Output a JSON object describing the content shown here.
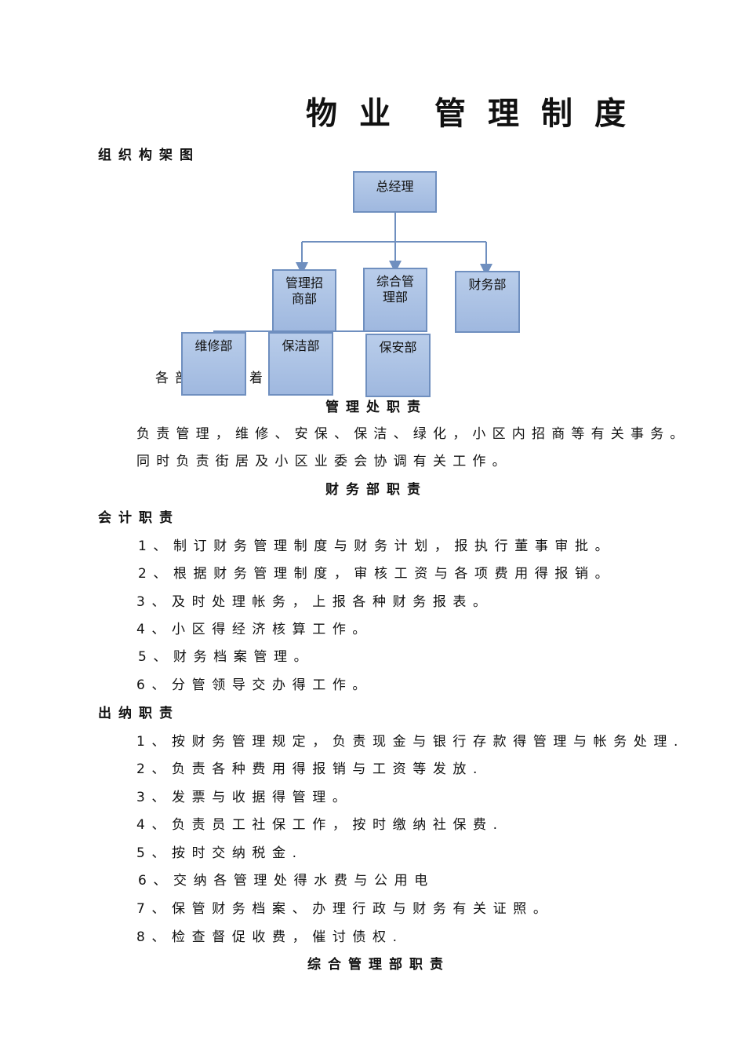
{
  "title_chars": [
    "物",
    "业",
    "管",
    "理",
    "制",
    "度"
  ],
  "org_heading": "组织构架图",
  "org": {
    "top": "总经理",
    "mgmt_recruit": "管理招\n商部",
    "general_mgmt": "综合管\n理部",
    "finance": "财务部",
    "maintenance": "维修部",
    "cleaning": "保洁部",
    "security": "保安部"
  },
  "note_left": "各部",
  "note_right": "着",
  "mgmt_office_heading": "管理处职责",
  "mgmt_office_lines": [
    "负责管理，维修、安保、保洁、绿化，小区内招商等有关事务。",
    "同时负责街居及小区业委会协调有关工作。"
  ],
  "finance_heading": "财务部职责",
  "accounting_heading": "会计职责",
  "accounting_items": [
    "1、制订财务管理制度与财务计划，报执行董事审批。",
    "2、根据财务管理制度，审核工资与各项费用得报销。",
    "3、及时处理帐务，上报各种财务报表。",
    "4、小区得经济核算工作。",
    "5、财务档案管理。",
    "6、分管领导交办得工作。"
  ],
  "cashier_heading": "出纳职责",
  "cashier_items": [
    "1、按财务管理规定，负责现金与银行存款得管理与帐务处理.",
    "2、负责各种费用得报销与工资等发放.",
    "3、发票与收据得管理。",
    "4、负责员工社保工作，按时缴纳社保费.",
    "5、按时交纳税金.",
    "6、交纳各管理处得水费与公用电",
    "7、保管财务档案、办理行政与财务有关证照。",
    "8、检查督促收费，催讨债权."
  ],
  "general_heading": "综合管理部职责",
  "colors": {
    "box_fill": "#a9c0e4",
    "box_border": "#6f8fbf",
    "line": "#6f8fbf"
  }
}
